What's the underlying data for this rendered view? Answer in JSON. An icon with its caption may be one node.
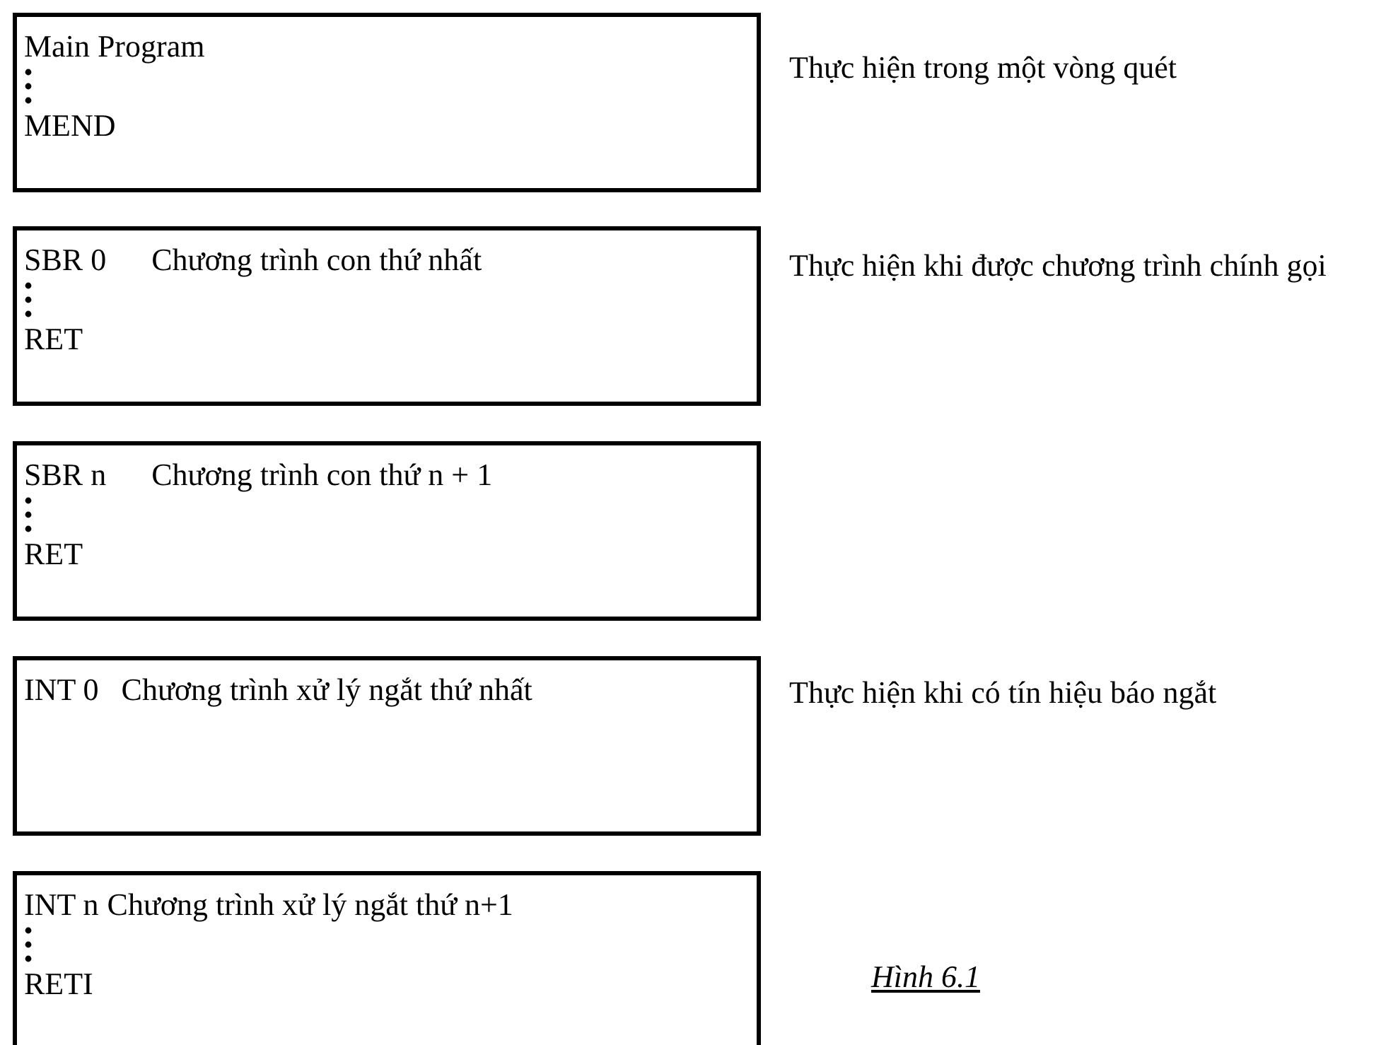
{
  "diagram": {
    "caption": "Hình 6.1",
    "nodes": [
      {
        "text": [
          "Main Program",
          "MEND"
        ],
        "beside": [
          "Thực hiện trong một vòng quét"
        ]
      },
      {
        "text": [
          "SBR 0",
          "Chương trình con thứ nhất",
          "RET"
        ],
        "beside": [
          "Thực hiện khi được chương trình chính gọi"
        ]
      },
      {
        "text": [
          "SBR n",
          "Chương trình con thứ n + 1",
          "RET"
        ]
      },
      {
        "text": [
          "INT 0",
          "Chương trình xử lý ngắt thứ nhất"
        ],
        "beside": [
          "Thực hiện khi có tín hiệu báo ngắt"
        ]
      },
      {
        "text": [
          "INT n",
          "Chương trình xử lý ngắt thứ n+1",
          "RETI"
        ]
      }
    ]
  }
}
